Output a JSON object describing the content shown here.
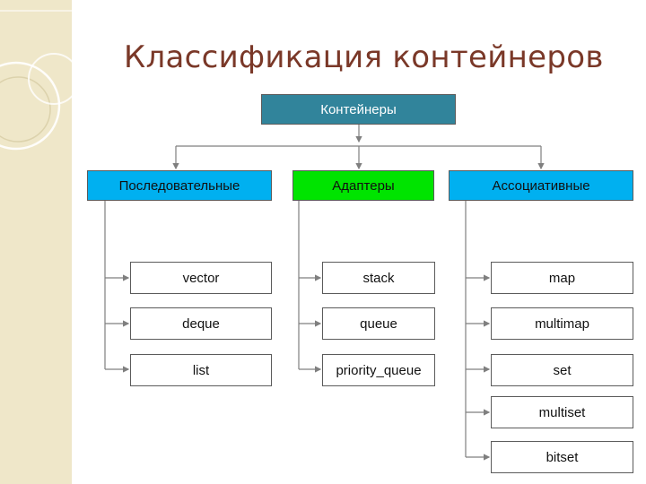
{
  "title": "Классификация контейнеров",
  "root": "Контейнеры",
  "categories": [
    {
      "label": "Последовательные",
      "color": "#00b0f0",
      "items": [
        "vector",
        "deque",
        "list"
      ]
    },
    {
      "label": "Адаптеры",
      "color": "#00e400",
      "items": [
        "stack",
        "queue",
        "priority_queue"
      ]
    },
    {
      "label": "Ассоциативные",
      "color": "#00b0f0",
      "items": [
        "map",
        "multimap",
        "set",
        "multiset",
        "bitset"
      ]
    }
  ],
  "colors": {
    "title": "#7a3828",
    "root_fill": "#31849b",
    "connector": "#7f7f7f",
    "decor_strip": "#efe7c9"
  }
}
